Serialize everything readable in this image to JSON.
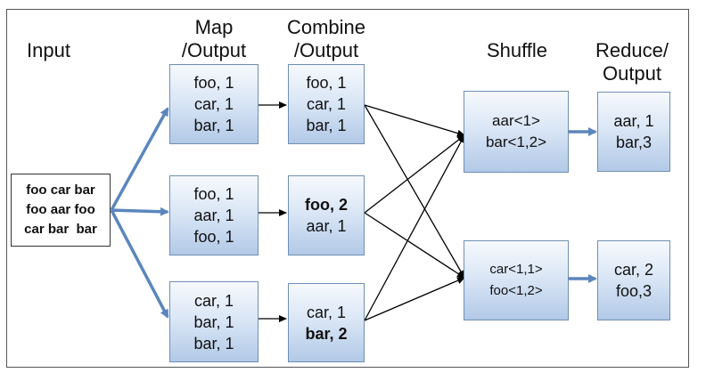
{
  "headers": {
    "input": "Input",
    "map": [
      "Map",
      "/Output"
    ],
    "combine": [
      "Combine",
      "/Output"
    ],
    "shuffle": "Shuffle",
    "reduce": [
      "Reduce/",
      "Output"
    ]
  },
  "input_lines": [
    "foo car bar",
    "foo aar foo",
    "car bar  bar"
  ],
  "map_boxes": [
    [
      "foo, 1",
      "car, 1",
      "bar, 1"
    ],
    [
      "foo, 1",
      "aar, 1",
      "foo, 1"
    ],
    [
      "car, 1",
      "bar, 1",
      "bar, 1"
    ]
  ],
  "combine_boxes": [
    [
      "foo, 1",
      "car, 1",
      "bar, 1"
    ],
    [
      "foo, 2",
      "aar, 1"
    ],
    [
      "car, 1",
      "bar, 2"
    ]
  ],
  "shuffle_boxes": [
    [
      "aar<1>",
      "bar<1,2>"
    ],
    [
      "car<1,1>",
      "foo<1,2>"
    ]
  ],
  "reduce_boxes": [
    [
      "aar, 1",
      "bar,3"
    ],
    [
      "car, 2",
      "foo,3"
    ]
  ],
  "colors": {
    "thick_arrow": "#5b86bd",
    "thin_arrow": "#000000",
    "box_border": "#6f8fb3"
  }
}
